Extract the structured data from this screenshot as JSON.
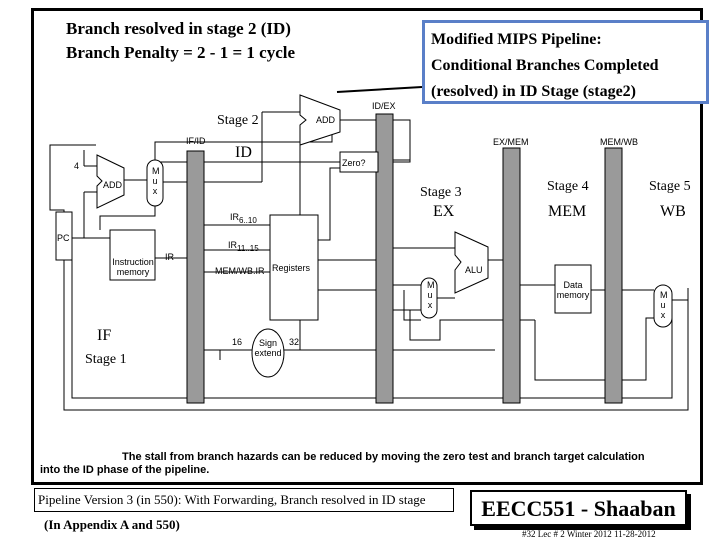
{
  "header": {
    "line1": "Branch resolved in stage 2 (ID)",
    "line2": "Branch Penalty = 2 - 1 = 1 cycle"
  },
  "callout": {
    "line1": "Modified MIPS Pipeline:",
    "line2": "Conditional Branches Completed",
    "line3": "(resolved) in ID Stage (stage2)"
  },
  "stages": {
    "stage2": "Stage 2",
    "id": "ID",
    "stage3": "Stage 3",
    "ex": "EX",
    "stage4": "Stage 4",
    "mem": "MEM",
    "stage5": "Stage 5",
    "wb": "WB",
    "if": "IF",
    "stage1": "Stage 1"
  },
  "registers": {
    "if_id": "IF/ID",
    "id_ex": "ID/EX",
    "ex_mem": "EX/MEM",
    "mem_wb": "MEM/WB"
  },
  "blocks": {
    "add": "ADD",
    "add2": "ADD",
    "mux": [
      "M",
      "u",
      "x"
    ],
    "pc": "PC",
    "instr_mem_1": "Instruction",
    "instr_mem_2": "memory",
    "ir": "IR",
    "zero": "Zero?",
    "registers": "Registers",
    "sign_1": "Sign",
    "sign_2": "extend",
    "alu": "ALU",
    "data_mem_1": "Data",
    "data_mem_2": "memory",
    "four": "4",
    "ir_6_10": "IR",
    "ir_6_10_sub": "6..10",
    "ir_11_15": "IR",
    "ir_11_15_sub": "11..15",
    "mem_wb_ir": "MEM/WB.IR",
    "sixteen": "16",
    "thirtytwo": "32"
  },
  "caption": {
    "line1": "The stall from branch hazards can be reduced by moving the zero test and branch target calculation",
    "line2": "into the ID phase of the pipeline."
  },
  "footer": {
    "version": "Pipeline Version 3 (in 550):  With Forwarding, Branch resolved in ID stage",
    "appendix": "(In  Appendix A and 550)",
    "brand": "EECC551 - Shaaban",
    "slide": "#32   Lec # 2   Winter 2012   11-28-2012"
  },
  "colors": {
    "callout_border": "#5a7fc8",
    "pipeline_register": "#9a9a9a"
  }
}
